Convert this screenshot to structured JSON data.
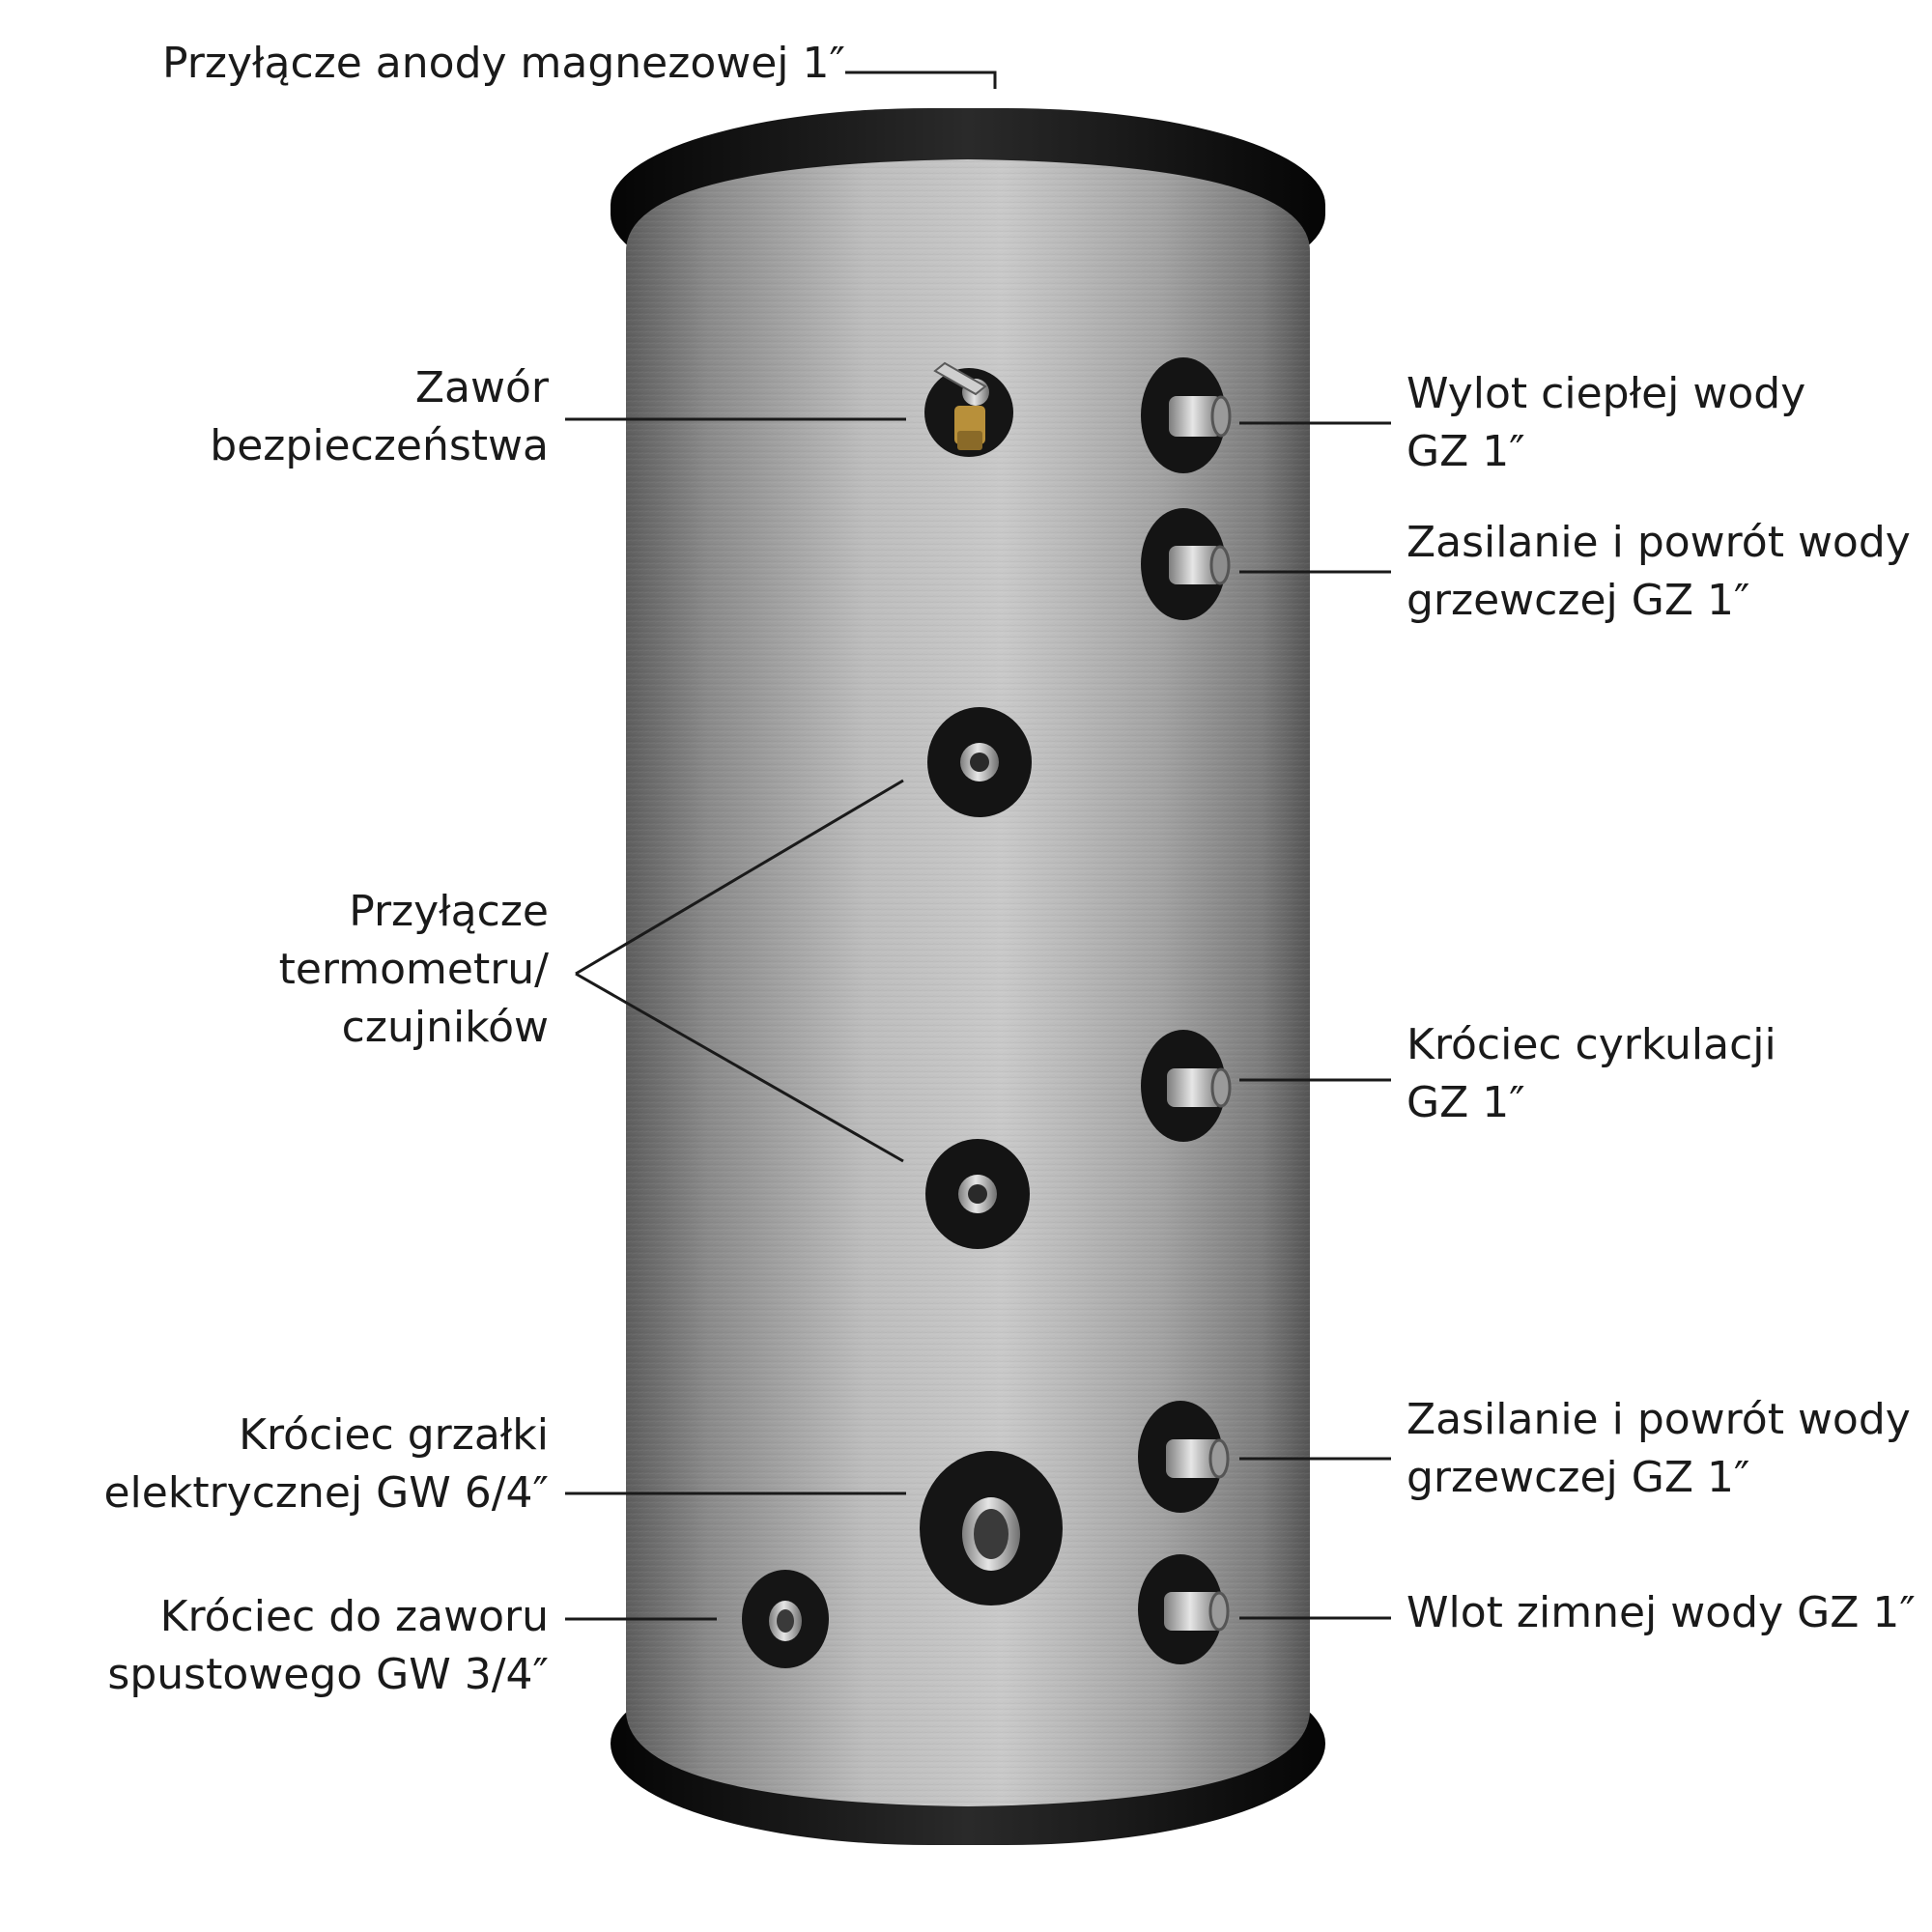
{
  "labels": {
    "anode": {
      "lines": [
        "Przyłącze anody magnezowej 1″"
      ]
    },
    "safety_valve": {
      "lines": [
        "Zawór",
        "bezpieczeństwa"
      ]
    },
    "thermometer": {
      "lines": [
        "Przyłącze",
        "termometru/",
        "czujników"
      ]
    },
    "heater": {
      "lines": [
        "Króciec grzałki",
        "elektrycznej GW 6/4″"
      ]
    },
    "drain": {
      "lines": [
        "Króciec do zaworu",
        "spustowego GW 3/4″"
      ]
    },
    "hot_outlet": {
      "lines": [
        "Wylot ciepłej wody",
        "GZ 1″"
      ]
    },
    "heating_upper": {
      "lines": [
        "Zasilanie i powrót wody",
        "grzewczej GZ 1″"
      ]
    },
    "circulation": {
      "lines": [
        "Króciec cyrkulacji",
        "GZ 1″"
      ]
    },
    "heating_lower": {
      "lines": [
        "Zasilanie i powrót wody",
        "grzewczej GZ 1″"
      ]
    },
    "cold_inlet": {
      "lines": [
        "Wlot zimnej wody GZ 1″"
      ]
    }
  },
  "colors": {
    "tank_body_light": "#b9b9b9",
    "tank_body_dark": "#6e6e6e",
    "tank_cap": "#111111",
    "port_gasket": "#141414",
    "fitting_metal": "#c8c8c8",
    "brass": "#b8903a",
    "leader_line": "#1a1a1a",
    "text": "#1a1a1a"
  },
  "icons": {
    "safety_valve": "valve-icon",
    "threaded_port": "threaded-pipe-icon",
    "sensor_port": "sensor-socket-icon"
  }
}
